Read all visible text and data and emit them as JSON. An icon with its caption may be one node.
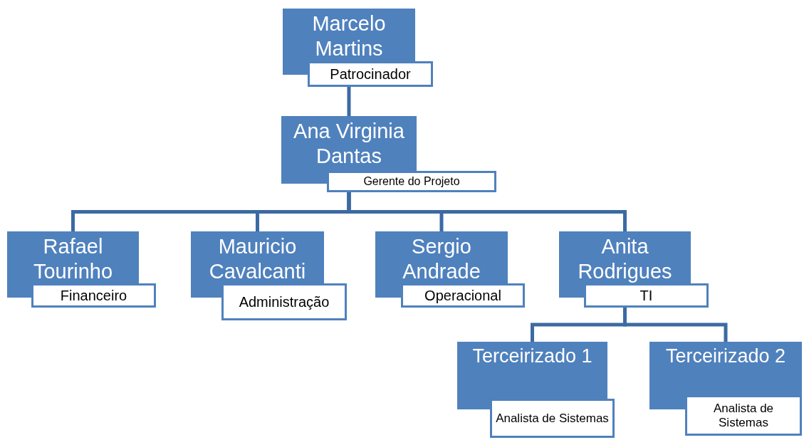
{
  "diagram": {
    "nodes": [
      {
        "text": [
          "Marcelo Martins",
          "Patrocinador"
        ]
      },
      {
        "text": [
          "Ana Virginia Dantas",
          "Gerente do Projeto"
        ]
      },
      {
        "text": [
          "Rafael Tourinho",
          "Financeiro"
        ]
      },
      {
        "text": [
          "Mauricio Cavalcanti",
          "Administração"
        ]
      },
      {
        "text": [
          "Sergio Andrade",
          "Operacional"
        ]
      },
      {
        "text": [
          "Anita Rodrigues",
          "TI"
        ]
      },
      {
        "text": [
          "Terceirizado 1",
          "Analista de Sistemas"
        ]
      },
      {
        "text": [
          "Terceirizado 2",
          "Analista de Sistemas"
        ]
      }
    ],
    "edges": [
      {
        "from": 0,
        "to": 1,
        "arrow": "none"
      },
      {
        "from": 1,
        "to": 2,
        "arrow": "none"
      },
      {
        "from": 1,
        "to": 3,
        "arrow": "none"
      },
      {
        "from": 1,
        "to": 4,
        "arrow": "none"
      },
      {
        "from": 1,
        "to": 5,
        "arrow": "none"
      },
      {
        "from": 5,
        "to": 6,
        "arrow": "none"
      },
      {
        "from": 5,
        "to": 7,
        "arrow": "none"
      }
    ]
  }
}
